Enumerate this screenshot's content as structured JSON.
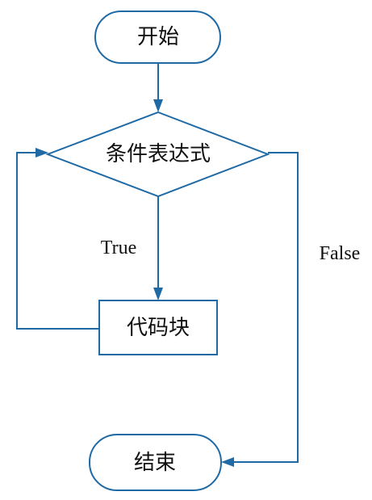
{
  "nodes": {
    "start": "开始",
    "condition": "条件表达式",
    "code_block": "代码块",
    "end": "结束"
  },
  "edges": {
    "true_label": "True",
    "false_label": "False"
  },
  "colors": {
    "stroke": "#1f6aa5",
    "text": "#111111",
    "background": "#ffffff"
  }
}
